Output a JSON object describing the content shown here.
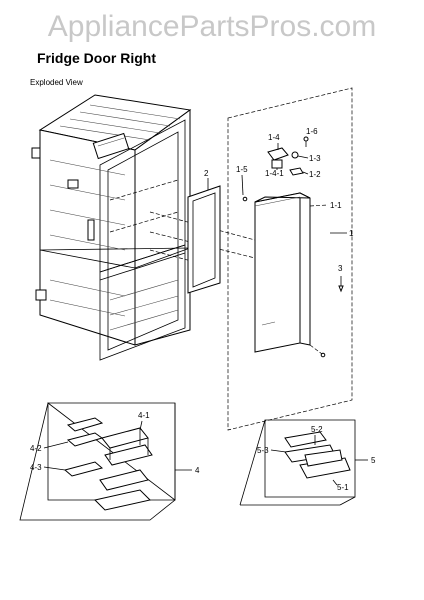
{
  "watermark": "AppliancePartsPros.com",
  "title": "Fridge Door Right",
  "subtitle": "Exploded View",
  "callouts": {
    "c1": "1",
    "c1_1": "1-1",
    "c1_2": "1-2",
    "c1_3": "1-3",
    "c1_4": "1-4",
    "c1_4_1": "1-4-1",
    "c1_5": "1-5",
    "c1_6": "1-6",
    "c2": "2",
    "c3": "3",
    "c4": "4",
    "c4_1": "4-1",
    "c4_2": "4-2",
    "c4_3": "4-3",
    "c5": "5",
    "c5_1": "5-1",
    "c5_2": "5-2",
    "c5_3": "5-3"
  }
}
